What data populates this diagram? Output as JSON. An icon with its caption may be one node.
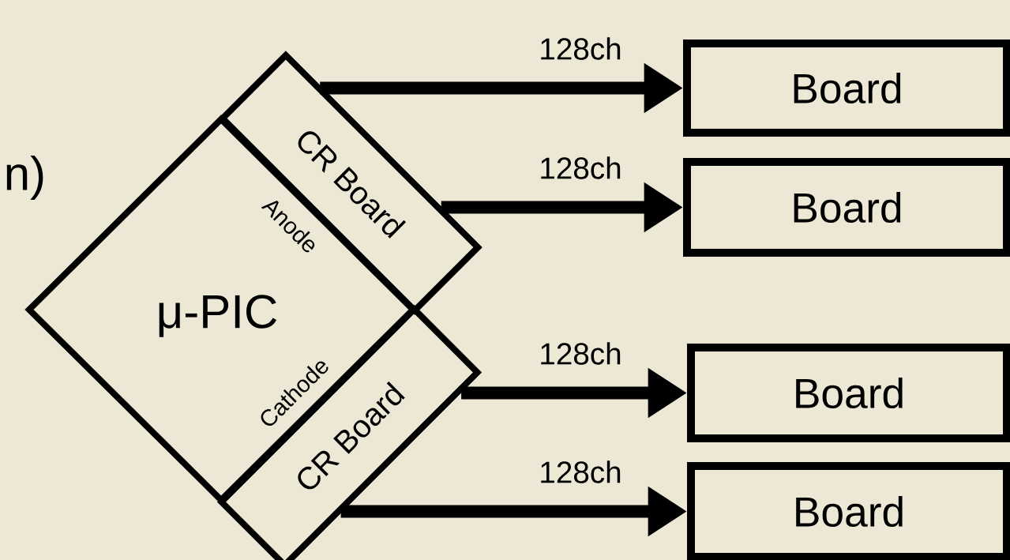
{
  "diagram": {
    "nodes": [
      {
        "text": [
          "μ-PIC",
          "Anode",
          "Cathode"
        ]
      },
      {
        "text": [
          "CR Board"
        ]
      },
      {
        "text": [
          "CR Board"
        ]
      },
      {
        "text": [
          "Board"
        ]
      },
      {
        "text": [
          "Board"
        ]
      },
      {
        "text": [
          "Board"
        ]
      },
      {
        "text": [
          "Board"
        ]
      }
    ],
    "edges": [
      {
        "from": 1,
        "to": 3,
        "arrow": "to",
        "label": "128ch"
      },
      {
        "from": 1,
        "to": 4,
        "arrow": "to",
        "label": "128ch"
      },
      {
        "from": 2,
        "to": 5,
        "arrow": "to",
        "label": "128ch"
      },
      {
        "from": 2,
        "to": 6,
        "arrow": "to",
        "label": "128ch"
      }
    ],
    "labels": [
      "n)"
    ]
  }
}
